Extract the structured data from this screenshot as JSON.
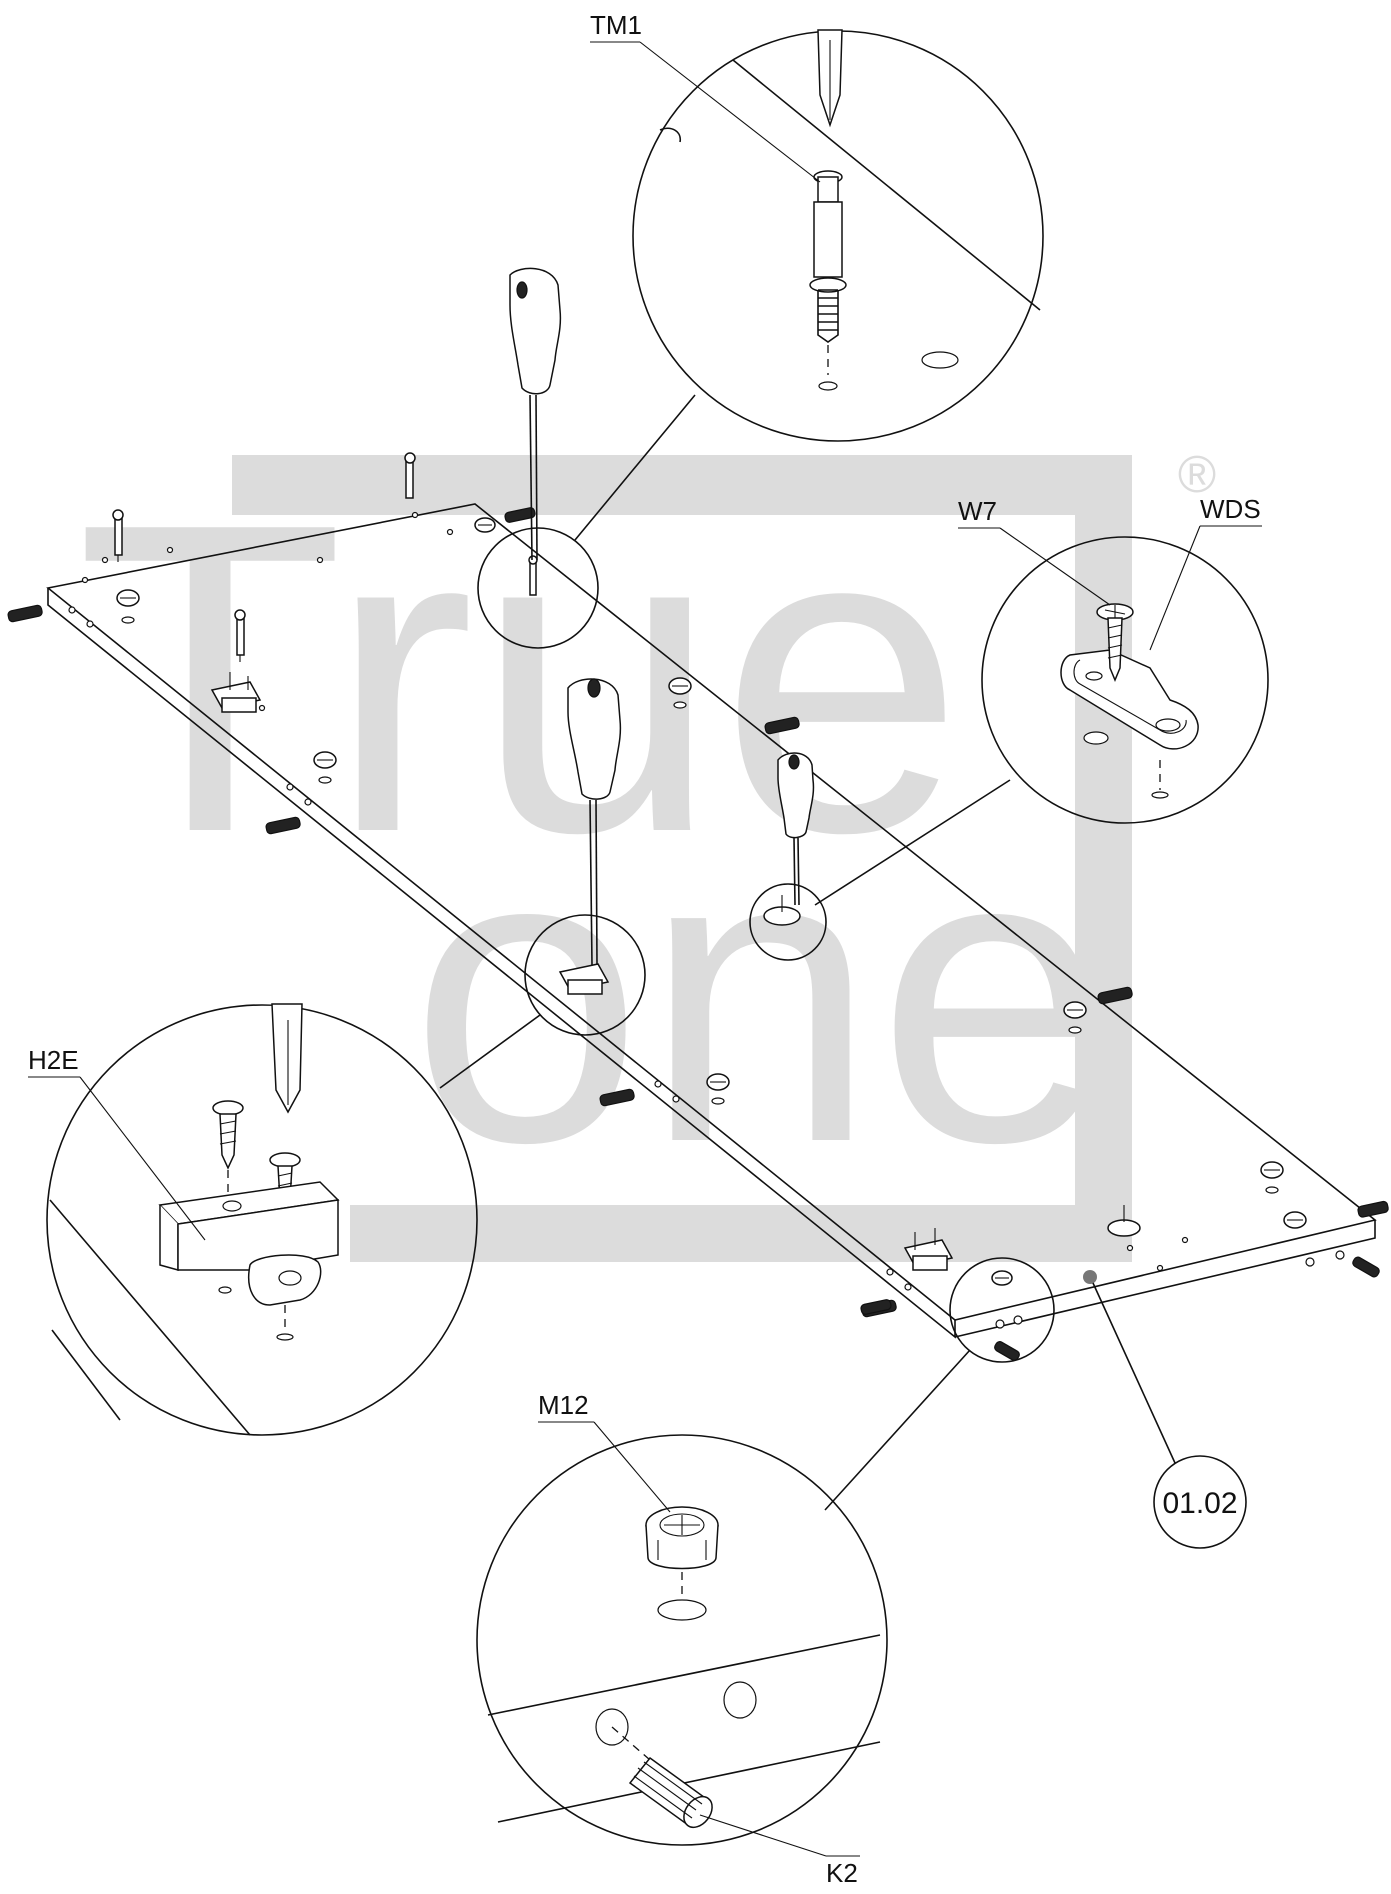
{
  "watermark": {
    "brand_line1": "True",
    "brand_line2": "one",
    "registered_mark": "®",
    "color": "#dcdcdc"
  },
  "callouts": {
    "tm1": "TM1",
    "w7": "W7",
    "wds": "WDS",
    "h2e": "H2E",
    "m12": "M12",
    "k2": "K2"
  },
  "step_number": "01.02",
  "colors": {
    "line": "#111111",
    "background": "#ffffff"
  }
}
